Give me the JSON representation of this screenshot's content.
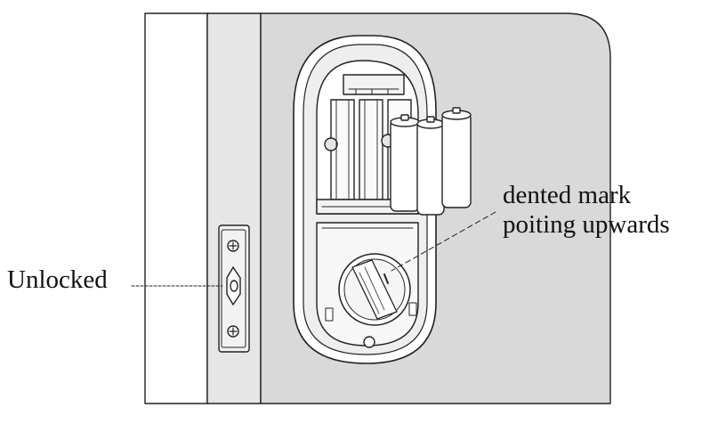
{
  "labels": {
    "unlocked": "Unlocked",
    "dented_line1": "dented mark",
    "dented_line2": "poiting upwards"
  },
  "colors": {
    "door_face": "#d9d9d9",
    "door_edge": "#e6e6e6",
    "frame": "#ffffff",
    "lock_body": "#ffffff",
    "outline": "#222222"
  }
}
